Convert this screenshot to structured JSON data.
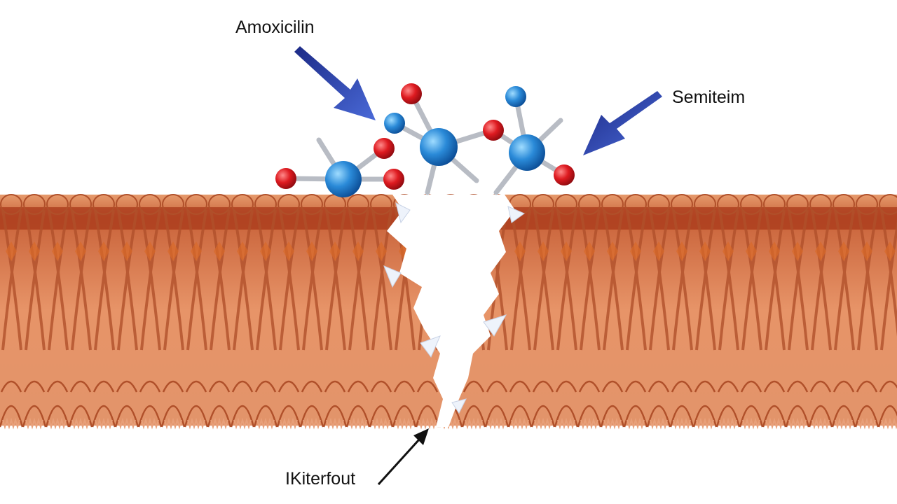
{
  "labels": {
    "molecule": "Amoxicilin",
    "right": "Semiteim",
    "bottom": "IKiterfout"
  },
  "colors": {
    "membrane": "#e0895a",
    "membrane_dark": "#b0502a",
    "membrane_band": "#9e2f14",
    "atom_blue": "#1f7fd0",
    "atom_red": "#d4141c",
    "bond": "#b8bcc4",
    "arrow_blue": "#2a3fa8",
    "arrow_black": "#111111"
  }
}
